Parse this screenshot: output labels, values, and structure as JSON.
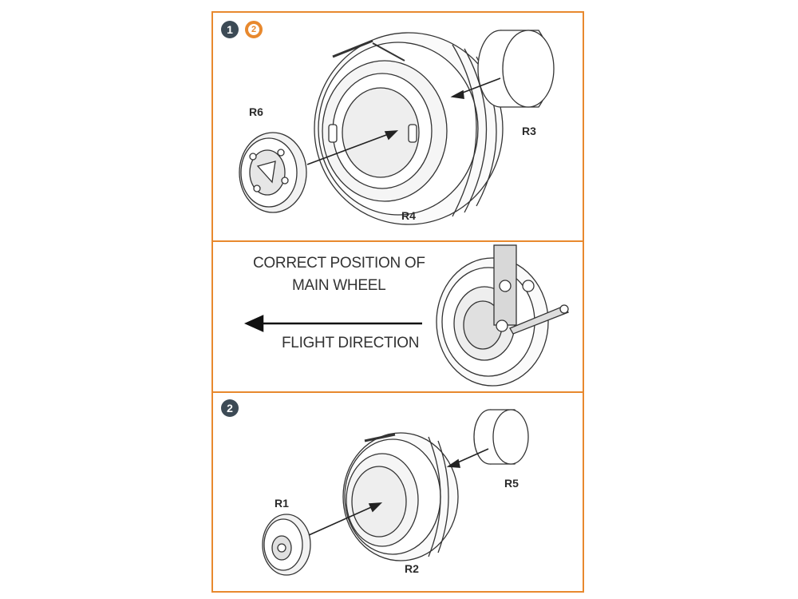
{
  "step1": {
    "badge": "1",
    "ref_badge": "2",
    "labels": {
      "r6": "R6",
      "r4": "R4",
      "r3": "R3"
    }
  },
  "info": {
    "note_line1": "CORRECT POSITION OF",
    "note_line2": "MAIN WHEEL",
    "direction": "FLIGHT DIRECTION"
  },
  "step2": {
    "badge": "2",
    "labels": {
      "r1": "R1",
      "r2": "R2",
      "r5": "R5"
    }
  },
  "colors": {
    "frame": "#e8892e",
    "badge": "#3c4a55",
    "line": "#333333"
  }
}
